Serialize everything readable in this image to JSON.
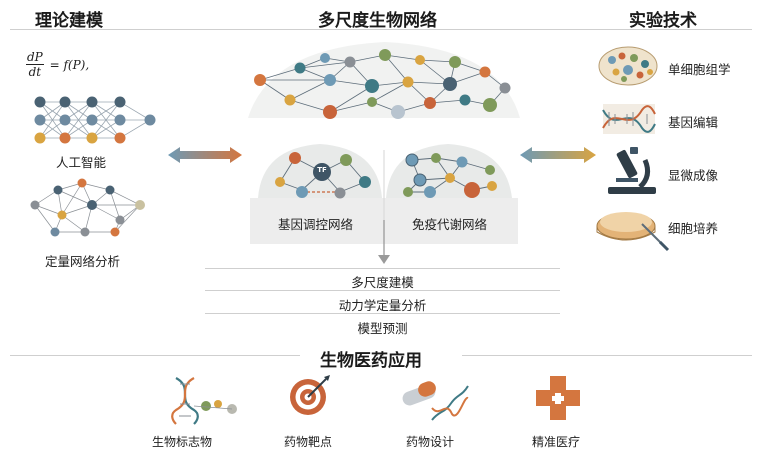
{
  "headers": {
    "theory": "理论建模",
    "multiscale": "多尺度生物网络",
    "experiment": "实验技术",
    "applications": "生物医药应用"
  },
  "theory": {
    "formula_numerator": "dP",
    "formula_denominator": "dt",
    "formula_rhs": "= f(P),",
    "ai_label": "人工智能",
    "quant_label": "定量网络分析"
  },
  "networks": {
    "left_label": "基因调控网络",
    "right_label": "免疫代谢网络",
    "tf_label": "TF"
  },
  "analysis_rows": [
    "多尺度建模",
    "动力学定量分析",
    "模型预测"
  ],
  "experiments": [
    "单细胞组学",
    "基因编辑",
    "显微成像",
    "细胞培养"
  ],
  "applications": [
    "生物标志物",
    "药物靶点",
    "药物设计",
    "精准医疗"
  ],
  "colors": {
    "teal": "#3f7a85",
    "orange": "#d4763f",
    "olive": "#7f9a5a",
    "gold": "#d9a441",
    "blue": "#6e9ab5",
    "gray": "#8a8f95"
  }
}
